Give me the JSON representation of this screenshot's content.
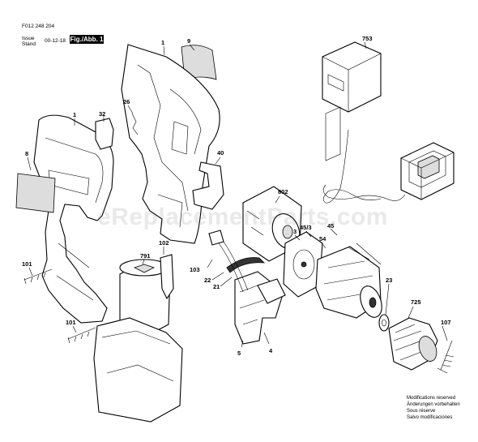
{
  "header": {
    "doc_number": "F012 248 204",
    "issue_label": "Issue",
    "stand_label": "Stand",
    "date": "00-12-18",
    "figure": "Fig./Abb. 1"
  },
  "watermark": "eReplacementParts.com",
  "callouts": [
    "753",
    "9",
    "1",
    "26",
    "32",
    "1",
    "8",
    "40",
    "802",
    "3",
    "45/3",
    "54",
    "45",
    "101",
    "102",
    "791",
    "103",
    "22",
    "21",
    "23",
    "725",
    "107",
    "101",
    "5",
    "4"
  ],
  "notes": [
    "Modifications reserved",
    "Änderungen vorbehalten",
    "Sous réserve",
    "Salvo modificaciones"
  ]
}
